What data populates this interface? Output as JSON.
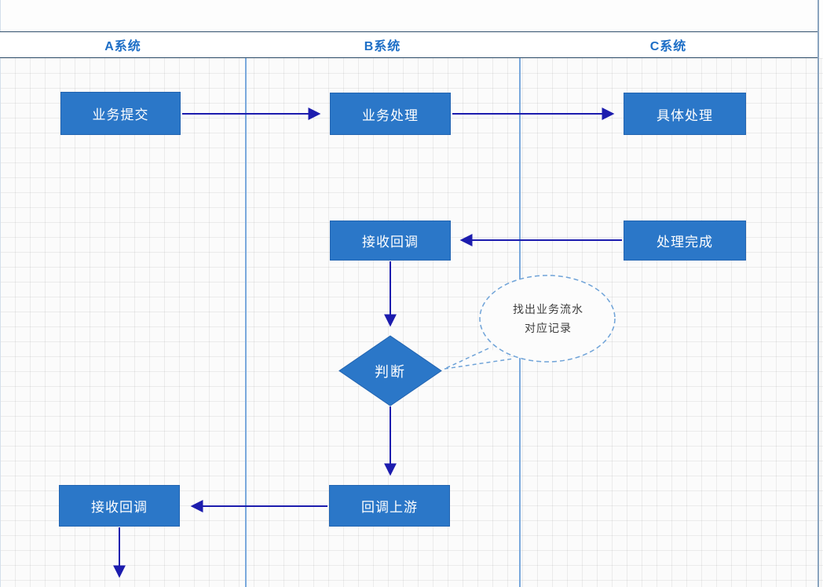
{
  "header": {
    "lanes": [
      {
        "label": "A系统"
      },
      {
        "label": "B系统"
      },
      {
        "label": "C系统"
      }
    ]
  },
  "nodes": {
    "submit": {
      "label": "业务提交",
      "lane": "A系统",
      "shape": "rect"
    },
    "process": {
      "label": "业务处理",
      "lane": "B系统",
      "shape": "rect"
    },
    "specific": {
      "label": "具体处理",
      "lane": "C系统",
      "shape": "rect"
    },
    "receive_b": {
      "label": "接收回调",
      "lane": "B系统",
      "shape": "rect"
    },
    "complete": {
      "label": "处理完成",
      "lane": "C系统",
      "shape": "rect"
    },
    "judge": {
      "label": "判断",
      "lane": "B系统",
      "shape": "diamond"
    },
    "callback_up": {
      "label": "回调上游",
      "lane": "B系统",
      "shape": "rect"
    },
    "receive_a": {
      "label": "接收回调",
      "lane": "A系统",
      "shape": "rect"
    }
  },
  "callout": {
    "line1": "找出业务流水",
    "line2": "对应记录",
    "attached_to": "judge"
  },
  "edges": [
    {
      "from": "submit",
      "to": "process",
      "direction": "right"
    },
    {
      "from": "process",
      "to": "specific",
      "direction": "right"
    },
    {
      "from": "complete",
      "to": "receive_b",
      "direction": "left"
    },
    {
      "from": "receive_b",
      "to": "judge",
      "direction": "down"
    },
    {
      "from": "judge",
      "to": "callback_up",
      "direction": "down"
    },
    {
      "from": "callback_up",
      "to": "receive_a",
      "direction": "left"
    },
    {
      "from": "receive_a",
      "to": "offscreen-bottom",
      "direction": "down"
    }
  ],
  "colors": {
    "node_fill": "#2b77c8",
    "node_border": "#2264b1",
    "node_text": "#ffffff",
    "arrow": "#1c1cae",
    "lane_divider": "#7aa9dc",
    "header_border": "#31506d",
    "header_text": "#1d6ec6",
    "callout_border": "#6fa3d8",
    "callout_text": "#3d3d3d",
    "grid_line": "#e8e8e8",
    "paper": "#fbfbfb"
  }
}
